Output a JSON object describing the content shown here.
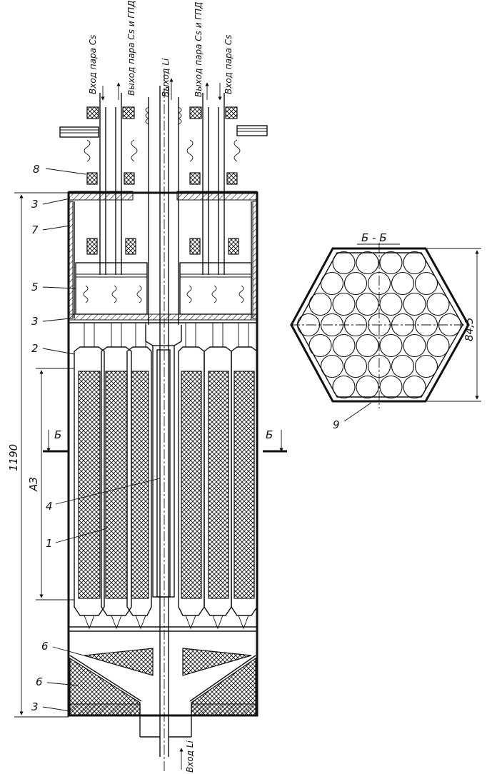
{
  "labels": {
    "top": {
      "cs_in_1": "Вход пара Cs",
      "cs_gpd_out": "Выход пара Cs и ГПД",
      "li_out": "Выход Li",
      "cs_gpd_out_2": "Выход пара Cs и ГПД",
      "cs_in_2": "Вход пара Cs"
    },
    "bottom": {
      "li_in": "Вход Li"
    },
    "callouts": {
      "n8": "8",
      "n3a": "3",
      "n7": "7",
      "n5": "5",
      "n3b": "3",
      "n2": "2",
      "n4": "4",
      "n1": "1",
      "n6a": "6",
      "n6b": "6",
      "n3c": "3",
      "n9": "9"
    },
    "dimensions": {
      "height": "1190",
      "core": "АЗ",
      "hex_size": "84,5"
    },
    "section": {
      "title": "Б - Б",
      "mark_left": "Б",
      "mark_right": "Б"
    }
  }
}
